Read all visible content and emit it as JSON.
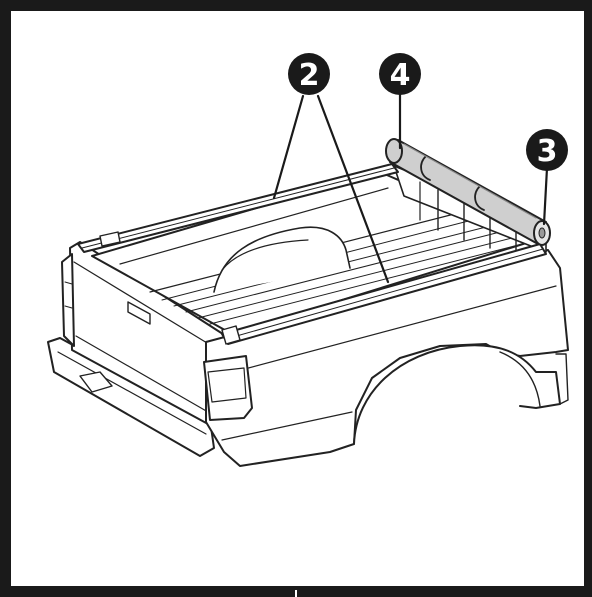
{
  "diagram": {
    "callouts": [
      {
        "id": "callout-2",
        "label": "2"
      },
      {
        "id": "callout-4",
        "label": "4"
      },
      {
        "id": "callout-3",
        "label": "3"
      }
    ]
  },
  "colors": {
    "border": "#1a1a1a",
    "line": "#222222",
    "callout_fill": "#1a1a1a",
    "roll_fill": "#cfcfcf",
    "body_fill": "#ffffff"
  }
}
